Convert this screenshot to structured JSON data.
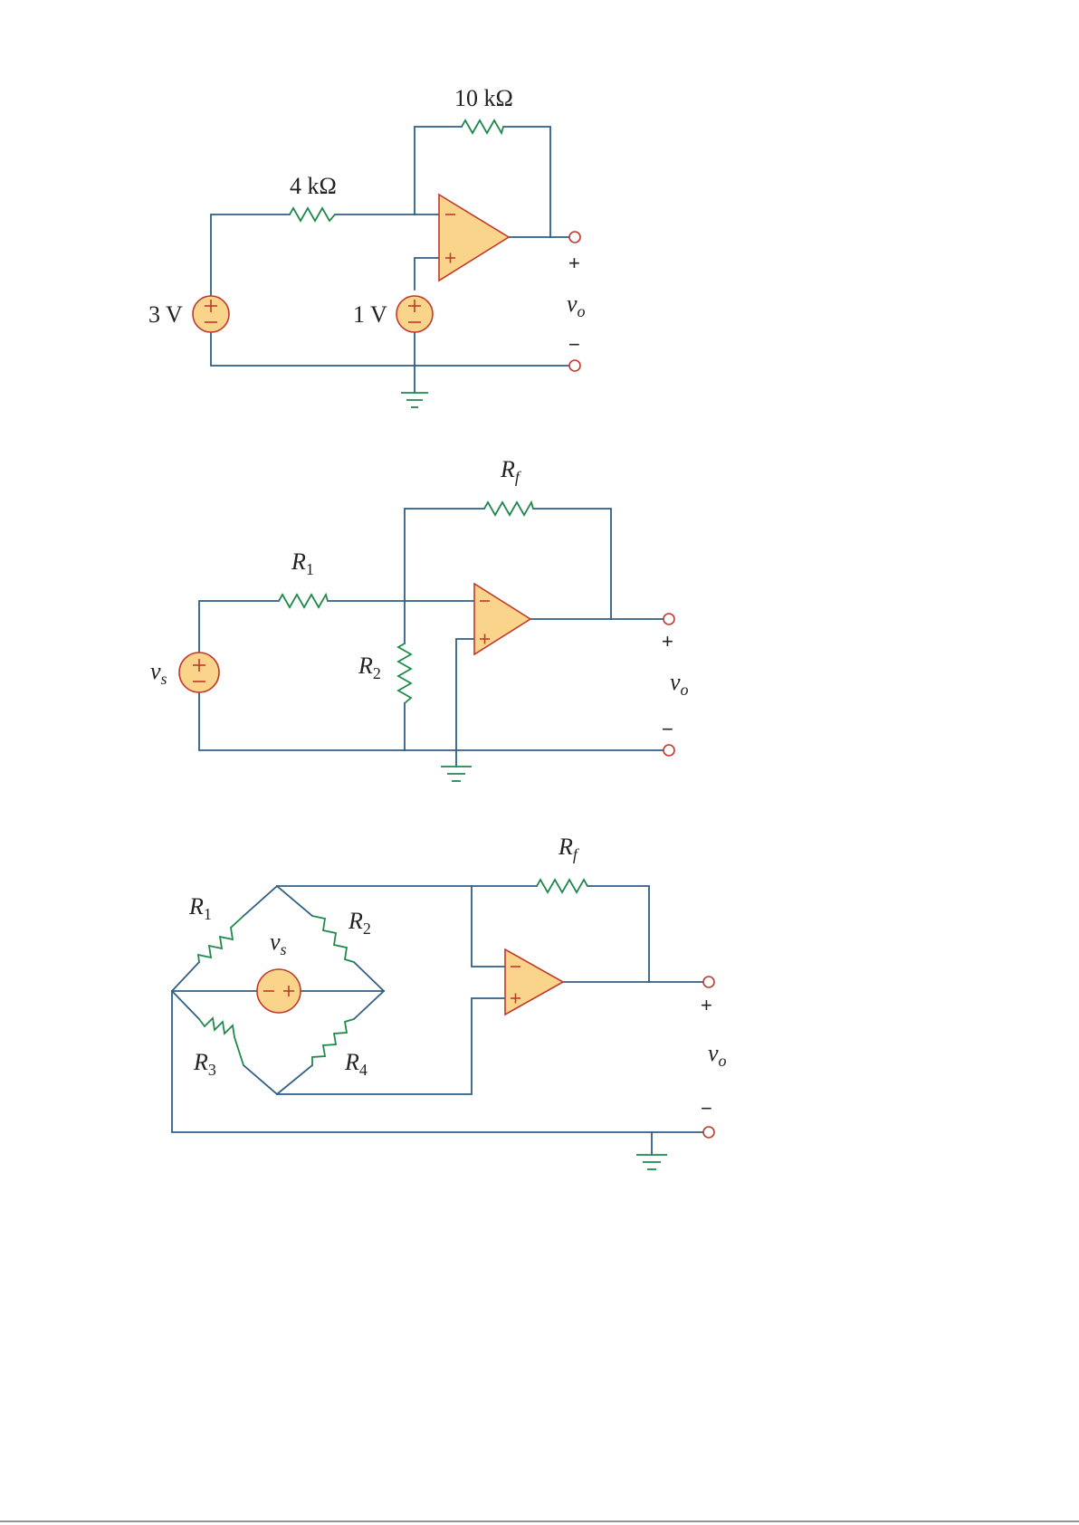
{
  "circuit1": {
    "feedback_resistor": "10 kΩ",
    "input_resistor": "4 kΩ",
    "source_left": "3 V",
    "source_mid": "1 V",
    "output_var": "v",
    "output_sub": "o",
    "plus": "+",
    "minus": "−"
  },
  "circuit2": {
    "rf_main": "R",
    "rf_sub": "f",
    "r1_main": "R",
    "r1_sub": "1",
    "r2_main": "R",
    "r2_sub": "2",
    "source_var": "v",
    "source_sub": "s",
    "output_var": "v",
    "output_sub": "o",
    "plus": "+",
    "minus": "−"
  },
  "circuit3": {
    "rf_main": "R",
    "rf_sub": "f",
    "r1_main": "R",
    "r1_sub": "1",
    "r2_main": "R",
    "r2_sub": "2",
    "r3_main": "R",
    "r3_sub": "3",
    "r4_main": "R",
    "r4_sub": "4",
    "source_var": "v",
    "source_sub": "s",
    "output_var": "v",
    "output_sub": "o",
    "plus": "+",
    "minus": "−"
  },
  "colors": {
    "wire": "#2f5f86",
    "resistor": "#1f8a4c",
    "component_fill": "#fbd48b",
    "component_stroke": "#c0392b"
  }
}
